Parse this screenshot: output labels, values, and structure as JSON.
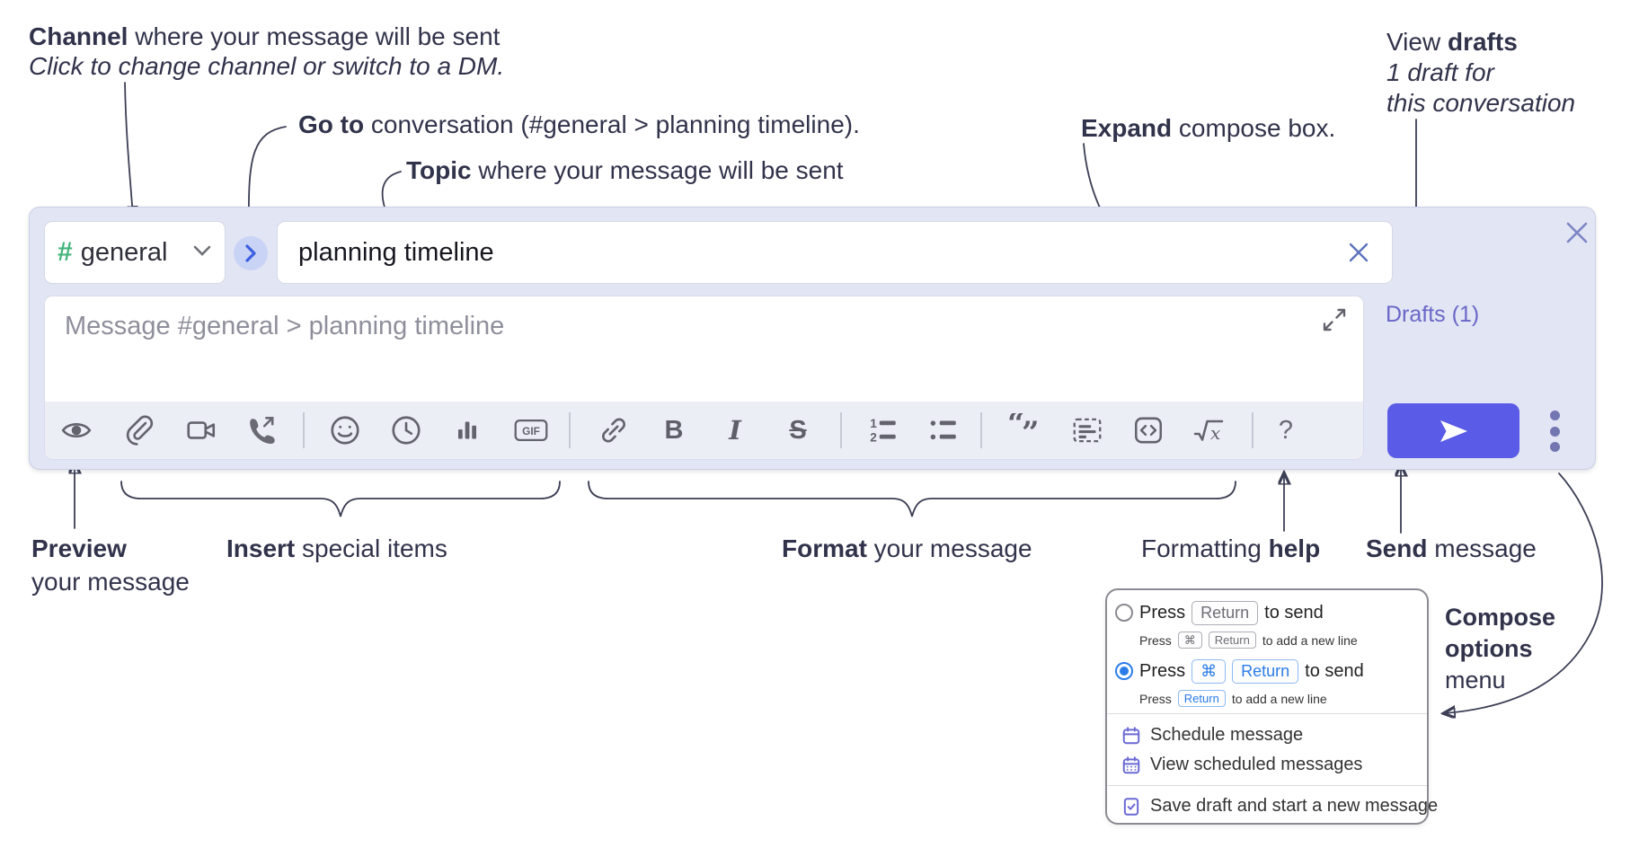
{
  "colors": {
    "accent_send": "#5a5be6",
    "drafts_link": "#6a67c8",
    "channel_green": "#45b57c",
    "chevron_blue": "#3c5fe0",
    "compose_bg": "#e2e5f3",
    "toolbar_bg": "#eceef6",
    "key_blue": "#2b7ce9",
    "menu_icon_purple": "#6b69d6",
    "annotation": "#31334b",
    "icon_gray": "#63636d"
  },
  "annotations": {
    "channel": {
      "bold": "Channel",
      "rest": " where your message will be sent",
      "line2": "Click to change channel or switch to a DM."
    },
    "goto": {
      "bold": "Go to",
      "rest": " conversation (#general > planning timeline)."
    },
    "topic": {
      "bold": "Topic",
      "rest": " where your message will be sent"
    },
    "expand": {
      "bold": "Expand",
      "rest": " compose box."
    },
    "drafts": {
      "pre": "View ",
      "bold": "drafts",
      "line2": "1 draft for",
      "line3": "this conversation"
    },
    "preview": {
      "bold": "Preview",
      "line2": "your message"
    },
    "insert": {
      "bold": "Insert",
      "rest": " special items"
    },
    "format": {
      "bold": "Format",
      "rest": " your message"
    },
    "help": {
      "pre": "Formatting ",
      "bold": "help"
    },
    "send": {
      "bold": "Send",
      "rest": " message"
    },
    "compose_options": {
      "line1": "Compose",
      "line2": "options",
      "line3": "menu"
    }
  },
  "compose": {
    "channel_name": "general",
    "channel_hash": "#",
    "topic_value": "planning timeline",
    "message_placeholder": "Message #general > planning timeline",
    "drafts_link": "Drafts (1)"
  },
  "toolbar": {
    "icons": [
      "preview-eye",
      "attach-paperclip",
      "video-call",
      "voice-call",
      "emoji",
      "global-time",
      "poll",
      "gif",
      "link",
      "bold",
      "italic",
      "strikethrough",
      "numbered-list",
      "bulleted-list",
      "quote",
      "spoiler",
      "code",
      "math",
      "help"
    ],
    "labels": {
      "gif": "GIF",
      "bold": "B",
      "italic": "I",
      "strike": "S",
      "one": "1",
      "two": "2",
      "math_x": "x",
      "help": "?",
      "quote_open": "“",
      "quote_close": "”"
    }
  },
  "menu": {
    "option1": {
      "press": "Press",
      "key1": "Return",
      "tail": "to send",
      "sub_press": "Press",
      "sub_key1": "⌘",
      "sub_key2": "Return",
      "sub_tail": "to add a new line"
    },
    "option2": {
      "press": "Press",
      "key1": "⌘",
      "key2": "Return",
      "tail": "to send",
      "sub_press": "Press",
      "sub_key1": "Return",
      "sub_tail": "to add a new line"
    },
    "items": {
      "schedule": "Schedule message",
      "view_scheduled": "View scheduled messages",
      "save_draft": "Save draft and start a new message"
    }
  }
}
